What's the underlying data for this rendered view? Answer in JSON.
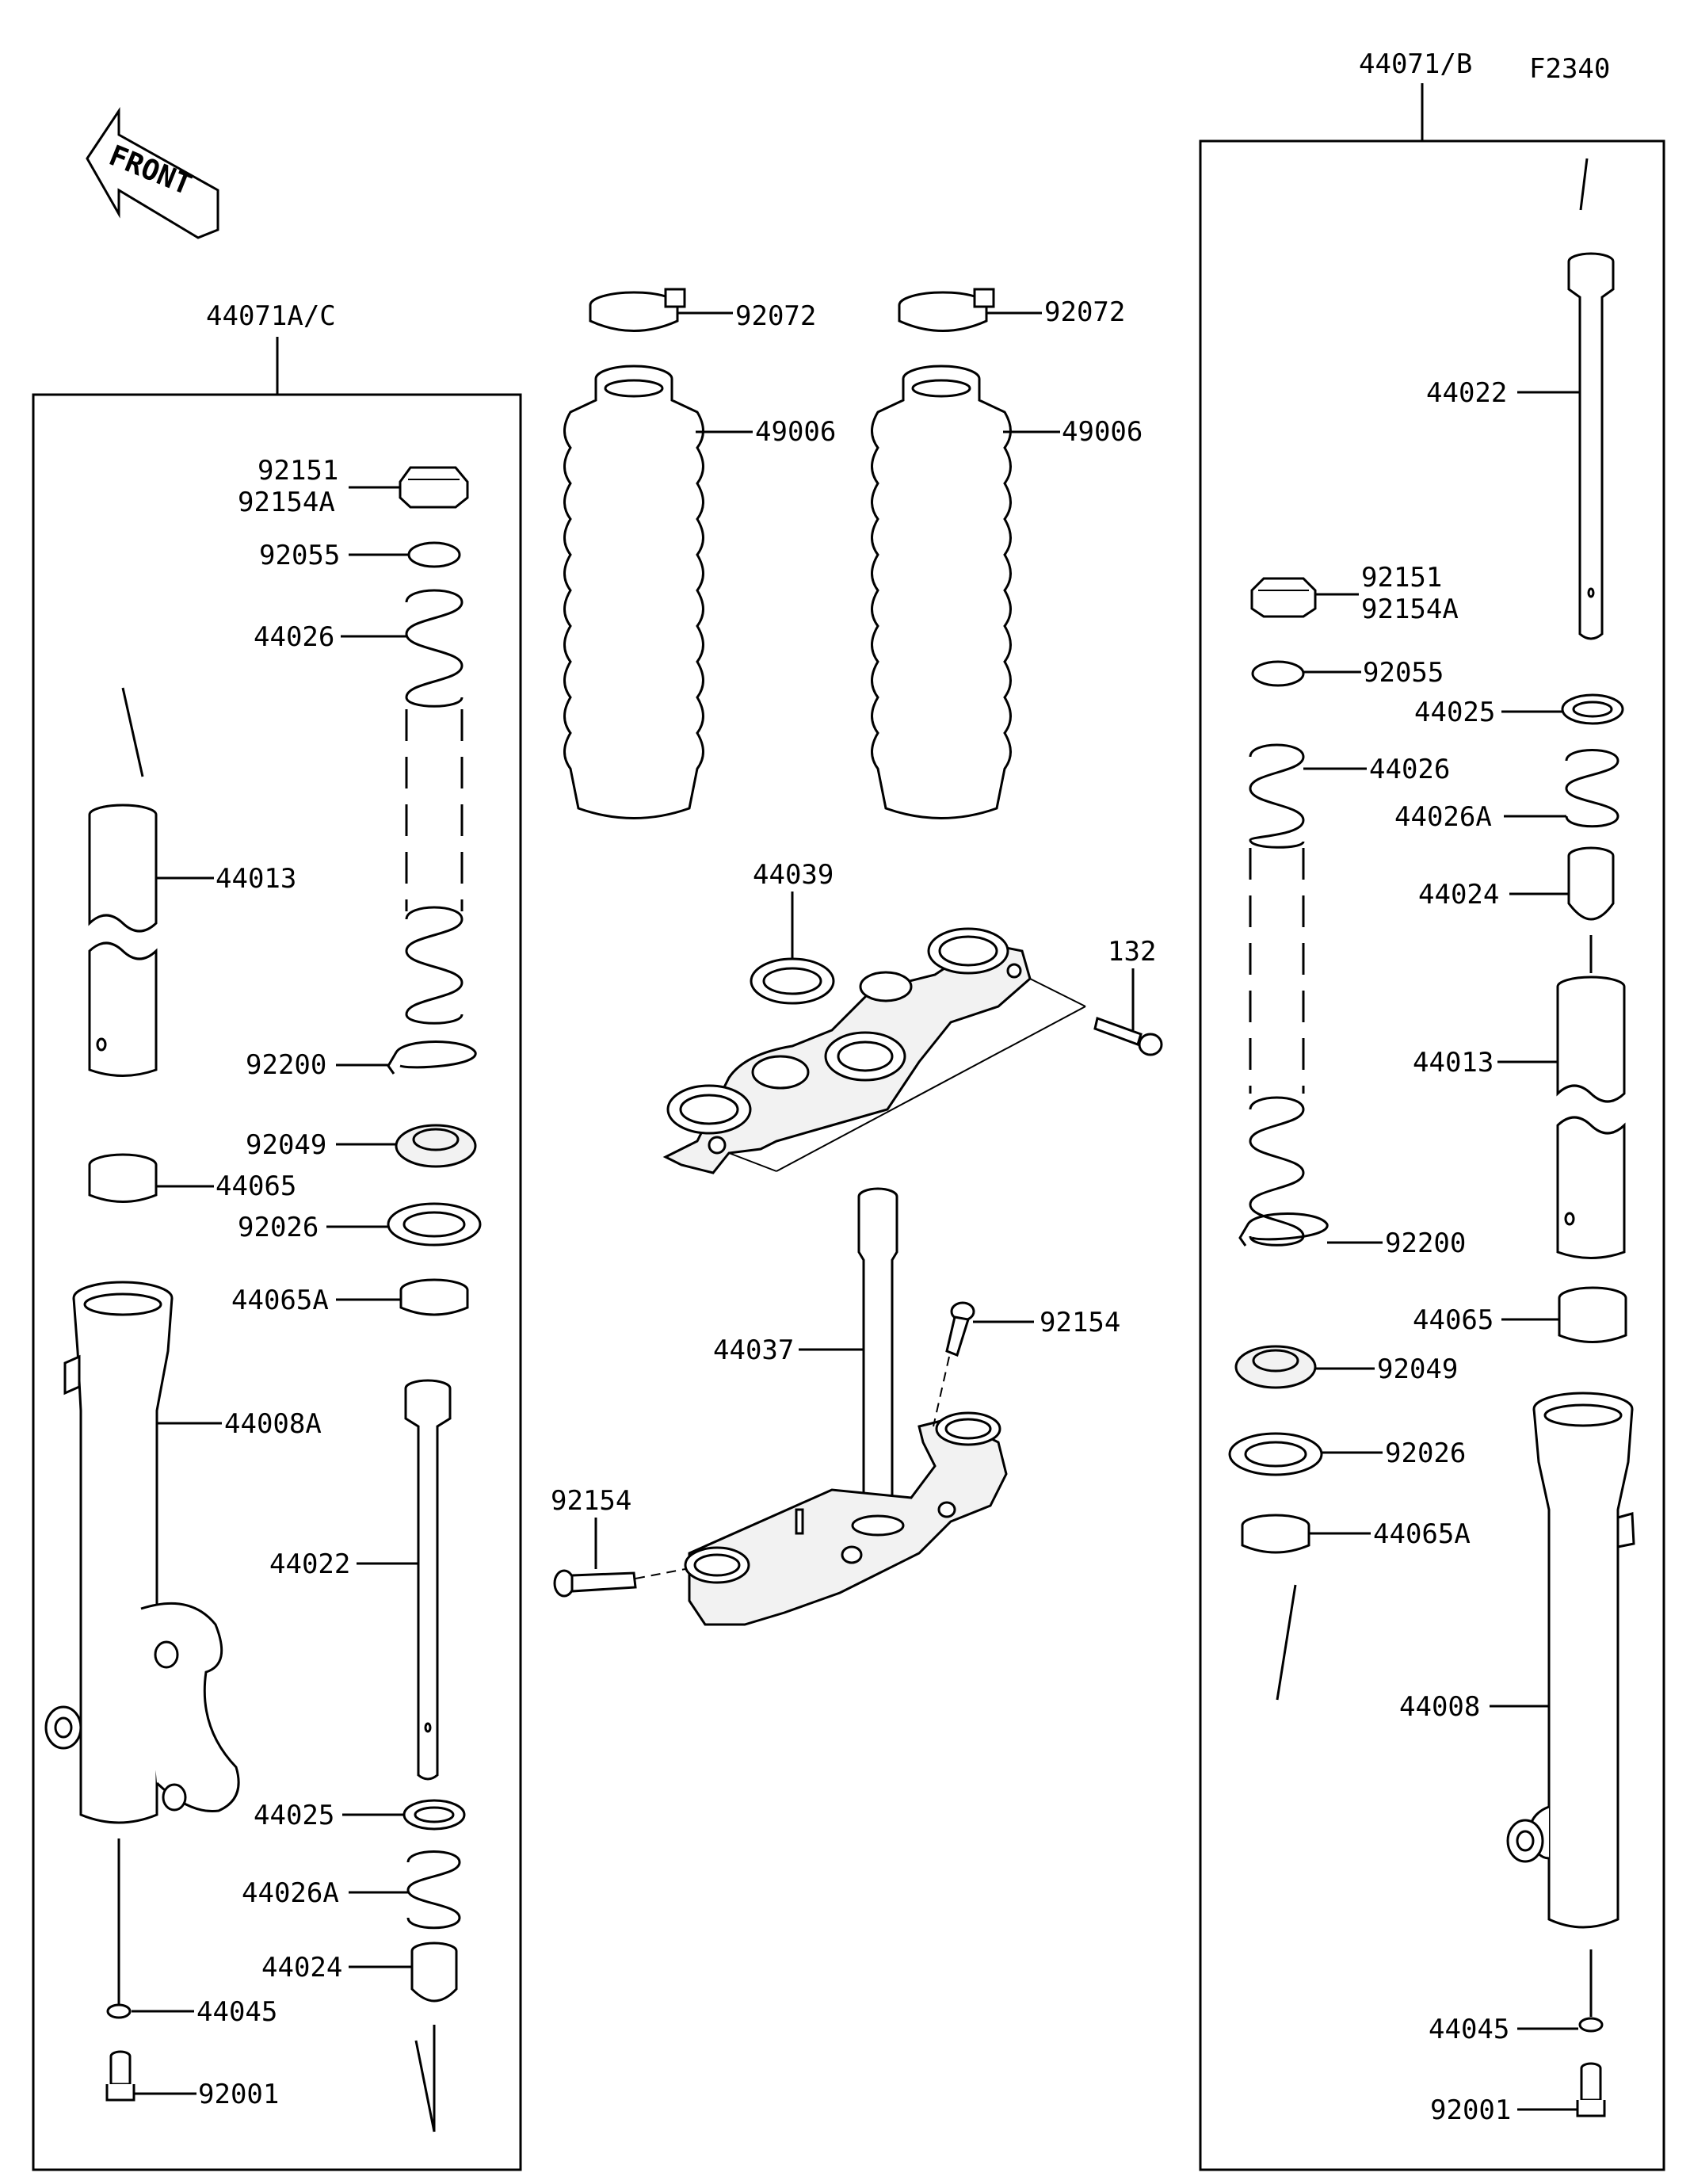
{
  "diagram_code": "F2340",
  "front_label": "FRONT",
  "assemblies": {
    "left": "44071A/C",
    "right": "44071/B"
  },
  "labels": {
    "l_92151": "92151",
    "l_92154A": "92154A",
    "l_92055": "92055",
    "l_44026": "44026",
    "l_44013": "44013",
    "l_92200": "92200",
    "l_92049": "92049",
    "l_44065": "44065",
    "l_92026": "92026",
    "l_44065A": "44065A",
    "l_44008A": "44008A",
    "l_44022": "44022",
    "l_44025": "44025",
    "l_44026A": "44026A",
    "l_44024": "44024",
    "l_44045": "44045",
    "l_92001": "92001",
    "c_92072a": "92072",
    "c_92072b": "92072",
    "c_49006a": "49006",
    "c_49006b": "49006",
    "c_44039": "44039",
    "c_132": "132",
    "c_92154a": "92154",
    "c_44037": "44037",
    "c_92154b": "92154",
    "r_44022": "44022",
    "r_92151": "92151",
    "r_92154A": "92154A",
    "r_92055": "92055",
    "r_44025": "44025",
    "r_44026": "44026",
    "r_44026A": "44026A",
    "r_44024": "44024",
    "r_44013": "44013",
    "r_92200": "92200",
    "r_44065": "44065",
    "r_92049": "92049",
    "r_92026": "92026",
    "r_44065A": "44065A",
    "r_44008": "44008",
    "r_44045": "44045",
    "r_92001": "92001"
  }
}
